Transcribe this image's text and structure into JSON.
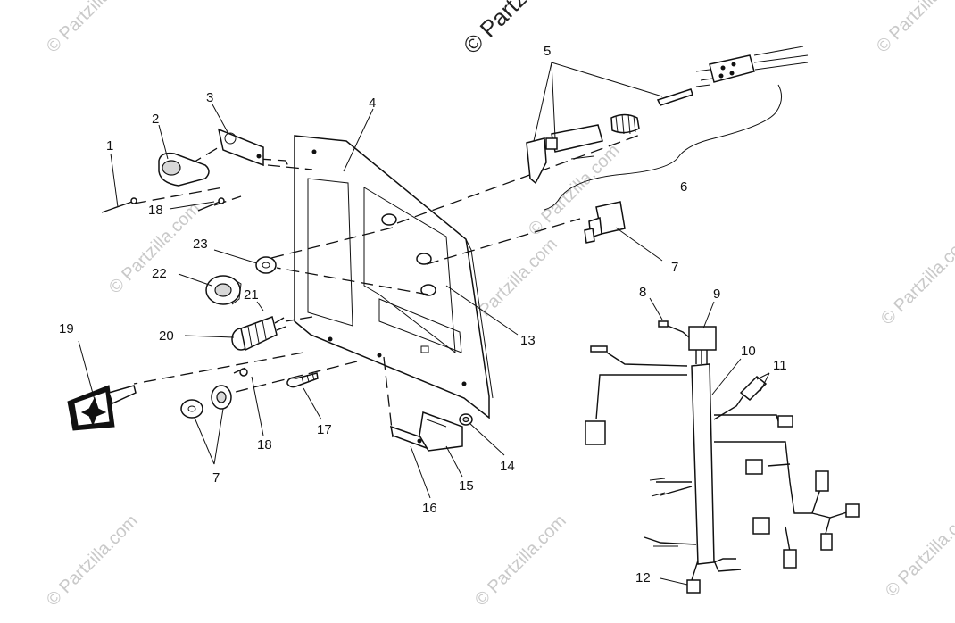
{
  "watermarks": {
    "top": "© Partzilla.com",
    "repeat": "© Partzilla.com"
  },
  "callouts": {
    "c1": "1",
    "c2": "2",
    "c3": "3",
    "c4": "4",
    "c5": "5",
    "c6": "6",
    "c7a": "7",
    "c7b": "7",
    "c8": "8",
    "c9": "9",
    "c10": "10",
    "c11": "11",
    "c12": "12",
    "c13": "13",
    "c14": "14",
    "c15": "15",
    "c16": "16",
    "c17": "17",
    "c18a": "18",
    "c18b": "18",
    "c19": "19",
    "c20": "20",
    "c21": "21",
    "c22": "22",
    "c23": "23"
  },
  "colors": {
    "ink": "#111111",
    "watermark": "#c9c9c9",
    "background": "#ffffff"
  }
}
